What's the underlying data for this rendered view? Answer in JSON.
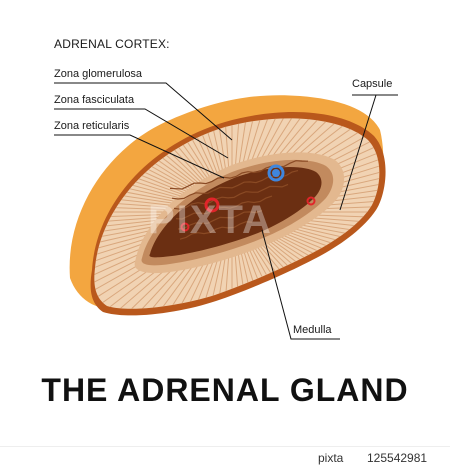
{
  "diagram": {
    "section_heading": "ADRENAL CORTEX:",
    "labels": {
      "zona_glomerulosa": "Zona glomerulosa",
      "zona_fasciculata": "Zona fasciculata",
      "zona_reticularis": "Zona reticularis",
      "capsule": "Capsule",
      "medulla": "Medulla"
    },
    "title": "THE ADRENAL GLAND"
  },
  "watermark": "PIXTA",
  "footer": {
    "brand": "pixta",
    "image_id": "125542981"
  },
  "colors": {
    "capsule_outer": "#f3a640",
    "capsule_edge": "#b9581c",
    "glomerulosa": "#f1d3b3",
    "fasciculata_stripes": "#d9a77d",
    "reticularis": "#c28a5e",
    "medulla": "#6b2f12",
    "vessel_red": "#e0252a",
    "vessel_blue": "#3f86dd"
  }
}
